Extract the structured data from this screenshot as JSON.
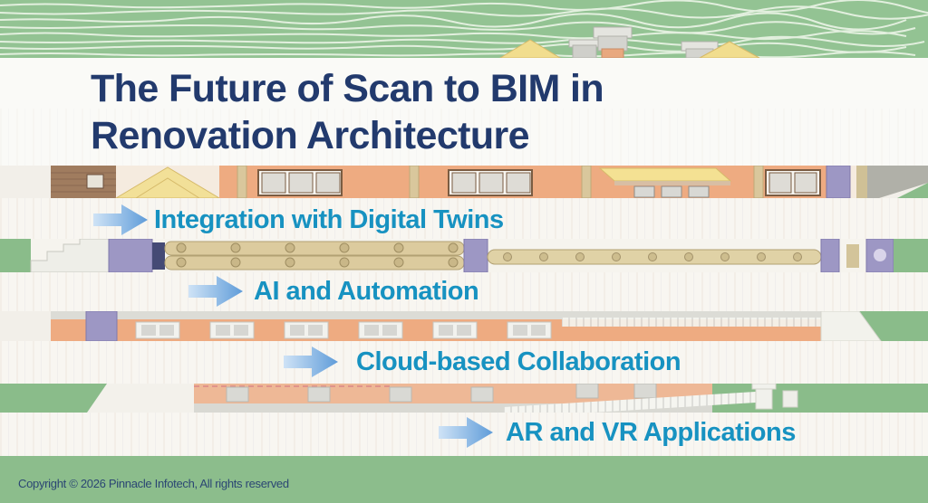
{
  "title": {
    "line1": "The Future of Scan to BIM in",
    "line2": "Renovation Architecture"
  },
  "bullets": [
    {
      "label": "Integration with Digital Twins"
    },
    {
      "label": "AI and Automation"
    },
    {
      "label": "Cloud-based Collaboration"
    },
    {
      "label": "AR and VR Applications"
    }
  ],
  "footer": {
    "copyright": "Copyright © 2026 Pinnacle Infotech, All rights reserved"
  },
  "icons": {
    "bullet_marker": "arrow-right-icon"
  },
  "colors": {
    "title_navy": "#223a6d",
    "bullet_teal": "#1792c1",
    "copyright_navy": "#2b4673",
    "top_green": "#93c393",
    "bottom_green": "#8cbd8c",
    "arrow_light": "#cfe3f6",
    "arrow_dark": "#5f9cd9"
  }
}
